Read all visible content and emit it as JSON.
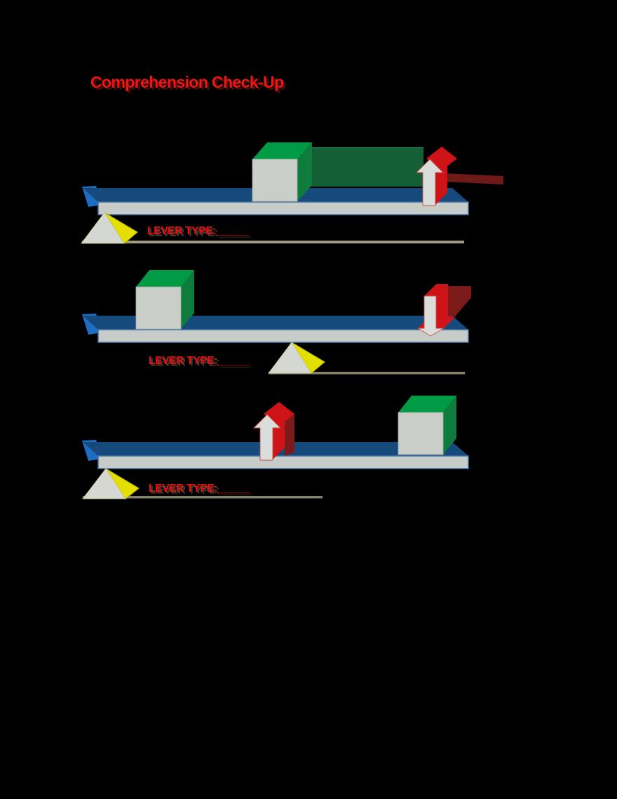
{
  "title": {
    "text": "Comprehension Check-Up"
  },
  "label_template": {
    "prefix": "LEVER TYPE:",
    "blank": "______"
  },
  "diagrams": [
    {
      "name": "lever-diagram-1",
      "label_prefix": "LEVER TYPE:",
      "blank": "______",
      "fulcrum_position": "left end, under beam",
      "load_position": "center of beam (green cube with dark green slab extending right)",
      "effort": {
        "position": "right end of beam",
        "direction": "up"
      }
    },
    {
      "name": "lever-diagram-2",
      "label_prefix": "LEVER TYPE:",
      "blank": "______",
      "fulcrum_position": "center, under beam",
      "load_position": "left end of beam (green cube)",
      "effort": {
        "position": "right end of beam",
        "direction": "down"
      }
    },
    {
      "name": "lever-diagram-3",
      "label_prefix": "LEVER TYPE:",
      "blank": "______",
      "fulcrum_position": "left end, under beam",
      "load_position": "right end of beam (green cube)",
      "effort": {
        "position": "middle of beam",
        "direction": "up"
      }
    }
  ],
  "colors": {
    "background": "#000000",
    "title_red": "#f21414",
    "label_red": "#ee0f0f",
    "beam_top_navy": "#174a7c",
    "beam_face_gray": "#c8ccc8",
    "beam_outline_blue": "#4472a8",
    "beam_cap_blue": "#1d6ec2",
    "cube_top_green": "#029b45",
    "cube_side_green": "#0d7c3d",
    "slab_dark_green": "#155f36",
    "fulcrum_face_gray": "#d5d7d3",
    "fulcrum_side_yellow": "#e3df00",
    "arrow_red": "#ce1417",
    "arrow_dark_red": "#7c1b19",
    "arrow_face_gray": "#dadeda",
    "ground_tan": "#b2ad8d"
  }
}
